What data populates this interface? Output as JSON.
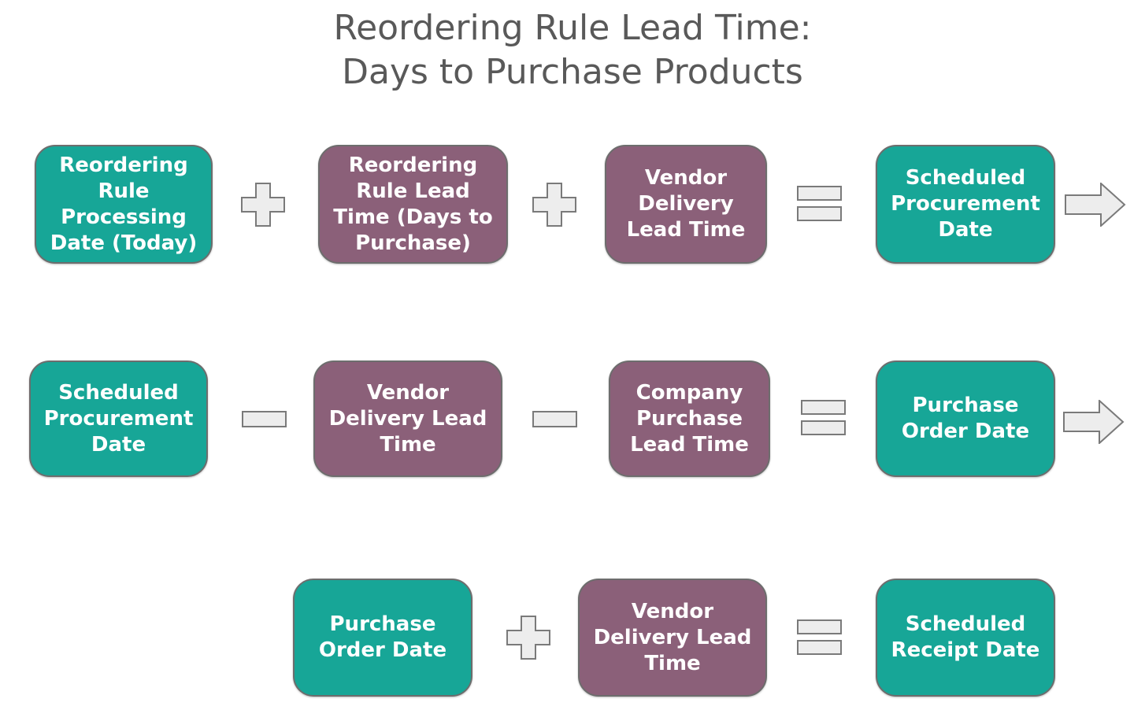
{
  "title": {
    "line1": "Reordering Rule Lead Time:",
    "line2": "Days to Purchase Products"
  },
  "colors": {
    "date_box": "#17a697",
    "lead_time_box": "#8b6079",
    "operator_fill": "#ededed",
    "operator_stroke": "#7a7a7a",
    "title_text": "#595959"
  },
  "rows": [
    {
      "items": [
        {
          "type": "date",
          "label": "Reordering\nRule\nProcessing\nDate (Today)"
        },
        {
          "type": "operator",
          "symbol": "plus"
        },
        {
          "type": "lead_time",
          "label": "Reordering\nRule Lead\nTime (Days to\nPurchase)"
        },
        {
          "type": "operator",
          "symbol": "plus"
        },
        {
          "type": "lead_time",
          "label": "Vendor\nDelivery\nLead Time"
        },
        {
          "type": "operator",
          "symbol": "equals"
        },
        {
          "type": "date",
          "label": "Scheduled\nProcurement\nDate"
        },
        {
          "type": "operator",
          "symbol": "arrow-right"
        }
      ]
    },
    {
      "items": [
        {
          "type": "date",
          "label": "Scheduled\nProcurement\nDate"
        },
        {
          "type": "operator",
          "symbol": "minus"
        },
        {
          "type": "lead_time",
          "label": "Vendor\nDelivery Lead\nTime"
        },
        {
          "type": "operator",
          "symbol": "minus"
        },
        {
          "type": "lead_time",
          "label": "Company\nPurchase\nLead Time"
        },
        {
          "type": "operator",
          "symbol": "equals"
        },
        {
          "type": "date",
          "label": "Purchase\nOrder Date"
        },
        {
          "type": "operator",
          "symbol": "arrow-right"
        }
      ]
    },
    {
      "items": [
        {
          "type": "date",
          "label": "Purchase\nOrder Date"
        },
        {
          "type": "operator",
          "symbol": "plus"
        },
        {
          "type": "lead_time",
          "label": "Vendor\nDelivery Lead\nTime"
        },
        {
          "type": "operator",
          "symbol": "equals"
        },
        {
          "type": "date",
          "label": "Scheduled\nReceipt Date"
        }
      ]
    }
  ]
}
